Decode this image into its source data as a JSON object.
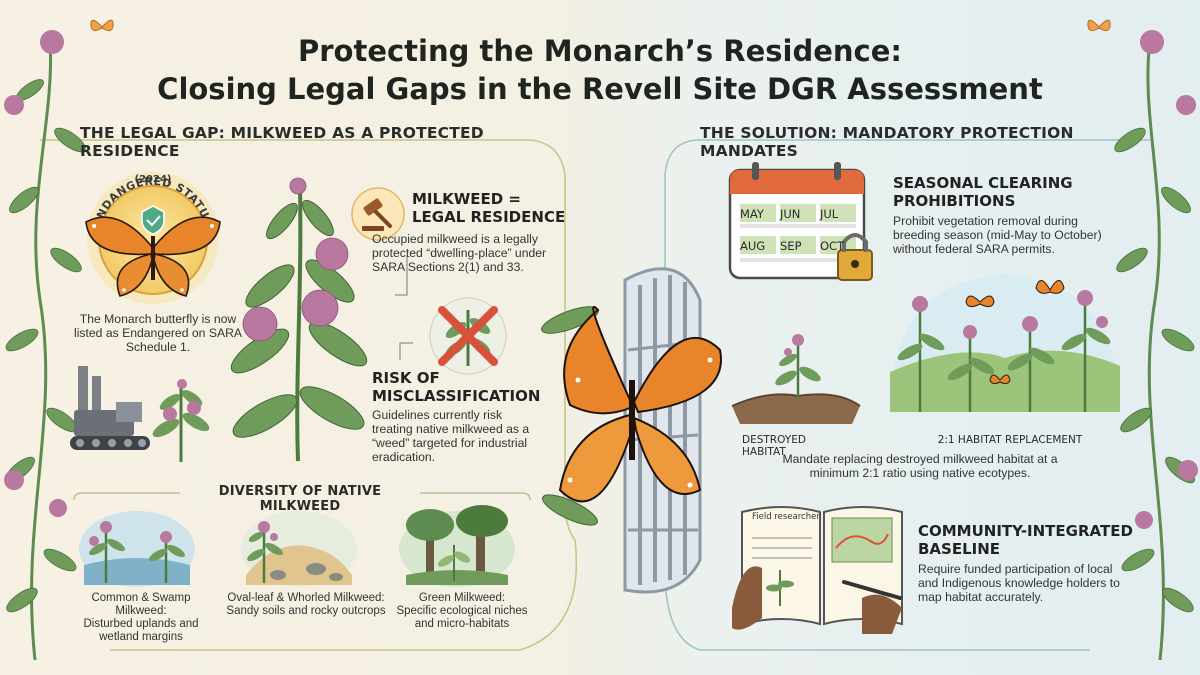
{
  "title": {
    "line1": "Protecting the Monarch’s Residence:",
    "line2": "Closing Legal Gaps in the Revell Site DGR Assessment"
  },
  "left": {
    "heading": "THE LEGAL GAP: MILKWEED AS A PROTECTED RESIDENCE",
    "badge": {
      "arc_text": "ENDANGERED STATUS",
      "year": "(2024)"
    },
    "monarch_caption": "The Monarch butterfly is now listed as Endangered on SARA Schedule 1.",
    "residence": {
      "heading_line1": "MILKWEED =",
      "heading_line2": "LEGAL RESIDENCE",
      "body": "Occupied milkweed is a legally protected “dwelling-place” under SARA Sections 2(1) and 33."
    },
    "risk": {
      "heading_line1": "RISK OF",
      "heading_line2": "MISCLASSIFICATION",
      "body": "Guidelines currently risk treating native milkweed as a “weed” targeted for industrial eradication."
    },
    "diversity": {
      "heading": "DIVERSITY OF NATIVE MILKWEED",
      "items": [
        {
          "title": "Common & Swamp Milkweed:",
          "desc": "Disturbed uplands and wetland margins"
        },
        {
          "title": "Oval-leaf & Whorled Milkweed:",
          "desc": "Sandy soils and rocky outcrops"
        },
        {
          "title": "Green Milkweed:",
          "desc": "Specific ecological niches and micro-habitats"
        }
      ]
    }
  },
  "right": {
    "heading": "THE SOLUTION: MANDATORY PROTECTION MANDATES",
    "seasonal": {
      "heading_line1": "SEASONAL CLEARING",
      "heading_line2": "PROHIBITIONS",
      "body": "Prohibit vegetation removal during breeding season (mid-May to October) without federal SARA permits.",
      "months": [
        "MAY",
        "JUN",
        "JUL",
        "AUG",
        "SEP",
        "OCT"
      ]
    },
    "habitat": {
      "label_left": "DESTROYED HABITAT",
      "label_right": "2:1 HABITAT REPLACEMENT",
      "body": "Mandate replacing destroyed milkweed habitat at a minimum 2:1 ratio using native ecotypes."
    },
    "community": {
      "heading_line1": "COMMUNITY-INTEGRATED",
      "heading_line2": "BASELINE",
      "body": "Require funded participation of local and Indigenous knowledge holders to map habitat accurately.",
      "notebook_label": "Field researcher"
    }
  },
  "colors": {
    "monarch_orange": "#e8842a",
    "milkweed_pink": "#b9789f",
    "leaf_green": "#5e8b4f",
    "cross_red": "#d8523b",
    "gold": "#e7b546"
  }
}
